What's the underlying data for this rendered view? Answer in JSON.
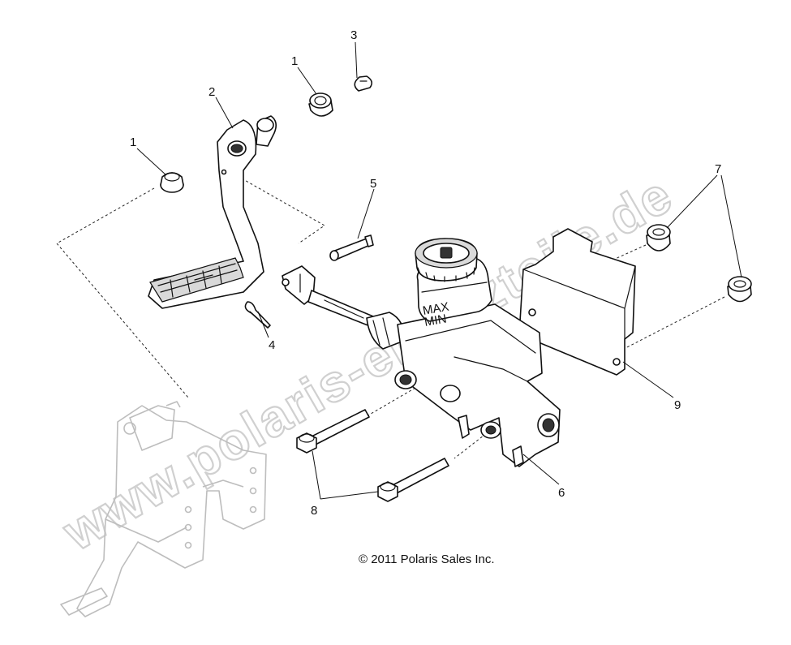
{
  "diagram": {
    "watermark": "www.polaris-ersatzteile.de",
    "copyright": "© 2011 Polaris Sales Inc.",
    "callouts": [
      "1",
      "2",
      "1",
      "3",
      "5",
      "4",
      "7",
      "9",
      "6",
      "8"
    ],
    "reservoir_level_marks": {
      "max": "MAX",
      "min": "MIN"
    }
  }
}
